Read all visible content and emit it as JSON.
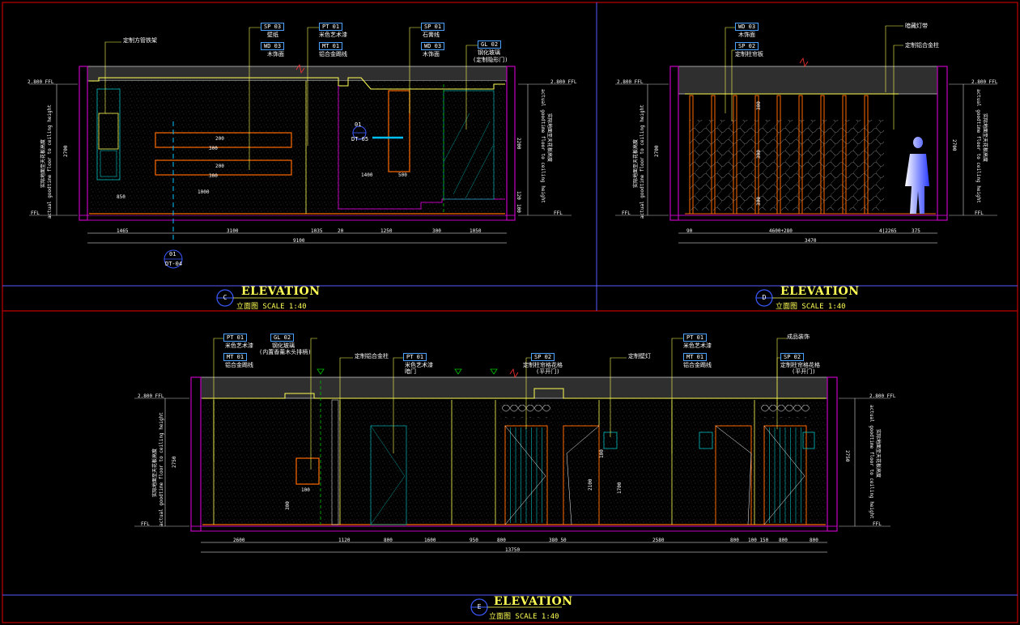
{
  "panels": {
    "c": {
      "code": "C",
      "title": "ELEVATION",
      "subtitle": "立面图  SCALE 1:40",
      "tags": [
        {
          "code": "SP  03",
          "desc": "壁纸"
        },
        {
          "code": "WD  03",
          "desc": "木饰面"
        },
        {
          "code": "PT  01",
          "desc": "米色艺术漆"
        },
        {
          "code": "MT  01",
          "desc": "铝合金踢线"
        },
        {
          "code": "SP  01",
          "desc": "石膏线"
        },
        {
          "code": "WD  03",
          "desc": "木饰面"
        },
        {
          "code": "GL  02",
          "desc": "钢化玻璃"
        },
        {
          "desc2": "(定制隐形门)"
        }
      ],
      "note_left": "定制方管铁架",
      "level_top": "2.800 FFL",
      "level_bottom": "FFL",
      "vertical_note": "实际地面至天花板高度",
      "vertical_note_en": "actual goodtime floor to ceiling height",
      "detail_tag": {
        "num": "01",
        "ref": "DT-05"
      },
      "section_tag": {
        "num": "01",
        "ref": "DT-04"
      },
      "height_dim": "2700",
      "right_dims": [
        "2200",
        "120",
        "100"
      ],
      "inner_dims": [
        "1400",
        "500",
        "200",
        "300",
        "200",
        "300",
        "850",
        "1000"
      ],
      "bottom_dims": [
        "1465",
        "3100",
        "1035",
        "20",
        "1250",
        "300",
        "1050"
      ],
      "total_dim": "9100"
    },
    "d": {
      "code": "D",
      "title": "ELEVATION",
      "subtitle": "立面图  SCALE 1:40",
      "tags": [
        {
          "code": "WD  03",
          "desc": "木饰面"
        },
        {
          "code": "SP  02",
          "desc": "定制柱帘板"
        }
      ],
      "notes_right": [
        "暗藏灯带",
        "定制铝合金柱"
      ],
      "level_top": "2.800 FFL",
      "level_bottom": "FFL",
      "height_dim": "2700",
      "inner_dims": [
        "300",
        "300",
        "300"
      ],
      "bottom_dims": [
        "90",
        "4600+280",
        "4|2265",
        "375"
      ],
      "total_dim": "3470"
    },
    "e": {
      "code": "E",
      "title": "ELEVATION",
      "subtitle": "立面图  SCALE 1:40",
      "tags": [
        {
          "code": "PT  01",
          "desc": "米色艺术漆"
        },
        {
          "code": "MT  01",
          "desc": "铝合金踢线"
        },
        {
          "code": "GL  02",
          "desc": "钢化玻璃"
        },
        {
          "desc2": "(内置香薰木头排柄)"
        },
        {
          "code": "PT  01",
          "desc": "米色艺术漆"
        },
        {
          "desc2": "暗门"
        },
        {
          "code": "SP  02",
          "desc": "定制柱帘格花格"
        },
        {
          "desc2": "(平开门)"
        },
        {
          "code": "PT  01",
          "desc": "米色艺术漆"
        },
        {
          "code": "MT  01",
          "desc": "铝合金踢线"
        },
        {
          "code": "SP  02",
          "desc": "定制柱帘格花格"
        },
        {
          "desc2": "(平开门)"
        }
      ],
      "notes": [
        "定制铝合金柱",
        "定制壁灯",
        "成品装饰"
      ],
      "level_top": "2.800 FFL",
      "level_bottom": "FFL",
      "vertical_note": "实际地面至天花板高度",
      "vertical_note_en": "actual goodtime floor to ceiling height",
      "height_dim": "2750",
      "inner_dims": [
        "100",
        "300",
        "2100",
        "1700",
        "100"
      ],
      "bottom_dims": [
        "2600",
        "1120",
        "800",
        "1600",
        "950",
        "800",
        "380 50",
        "2580",
        "800",
        "100 150",
        "800",
        "800"
      ],
      "total_dim": "13750"
    }
  },
  "colors": {
    "frame": "#c00000",
    "magenta": "#c000c0",
    "yellow": "#ffff55",
    "white": "#ffffff",
    "cyan": "#00c0c0",
    "blue": "#3a5aff",
    "orange": "#ff6a00",
    "green": "#00d000",
    "grey": "#8a8a8a"
  }
}
